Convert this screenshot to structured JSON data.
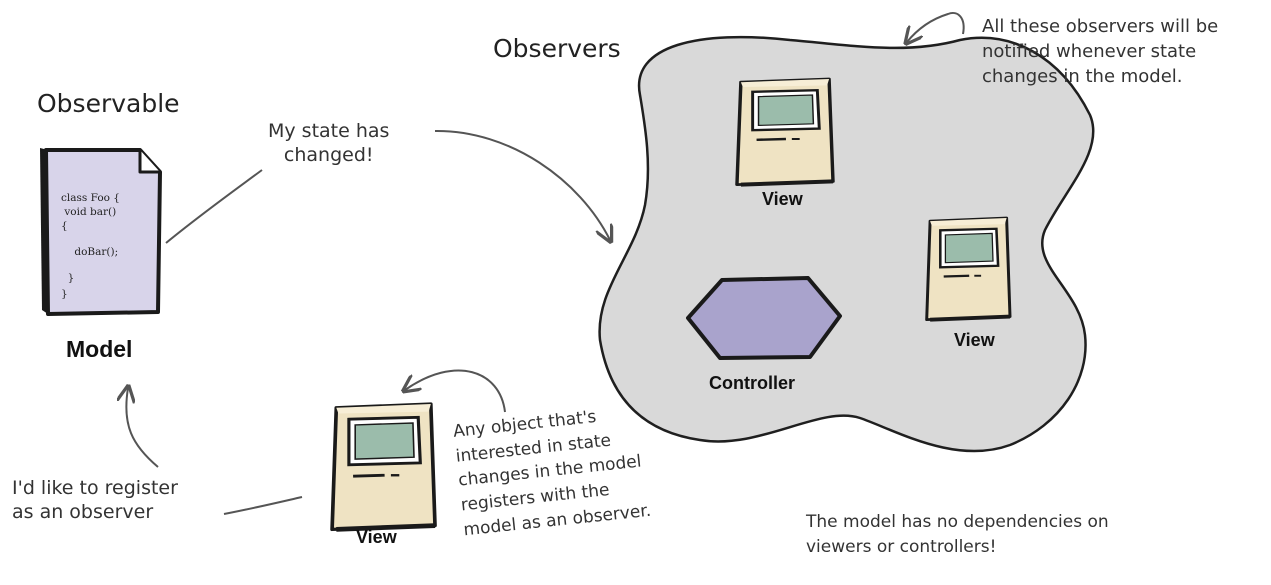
{
  "headings": {
    "observable": "Observable",
    "observers": "Observers"
  },
  "model": {
    "label": "Model",
    "code": [
      "class Foo {",
      " void bar()",
      "{",
      "    doBar();",
      "  }",
      "}"
    ]
  },
  "observers_group": {
    "view_top": "View",
    "view_right": "View",
    "controller": "Controller"
  },
  "new_observer": {
    "view": "View"
  },
  "notes": {
    "state_changed": "My state has\nchanged!",
    "all_notified": "All these observers will be\nnotified whenever state\nchanges in the model.",
    "register": "I'd like to register\nas an observer",
    "any_object": "Any object that's\ninterested in state\nchanges in the model\nregisters with the\nmodel as an observer.",
    "no_dependencies": "The model has no dependencies on\nviewers or controllers!"
  },
  "colors": {
    "blob_fill": "#d9d9d9",
    "screen": "#9bbcab",
    "computer_body": "#efe3c3",
    "controller_fill": "#a9a3cc",
    "document_fill": "#d8d4ea"
  }
}
